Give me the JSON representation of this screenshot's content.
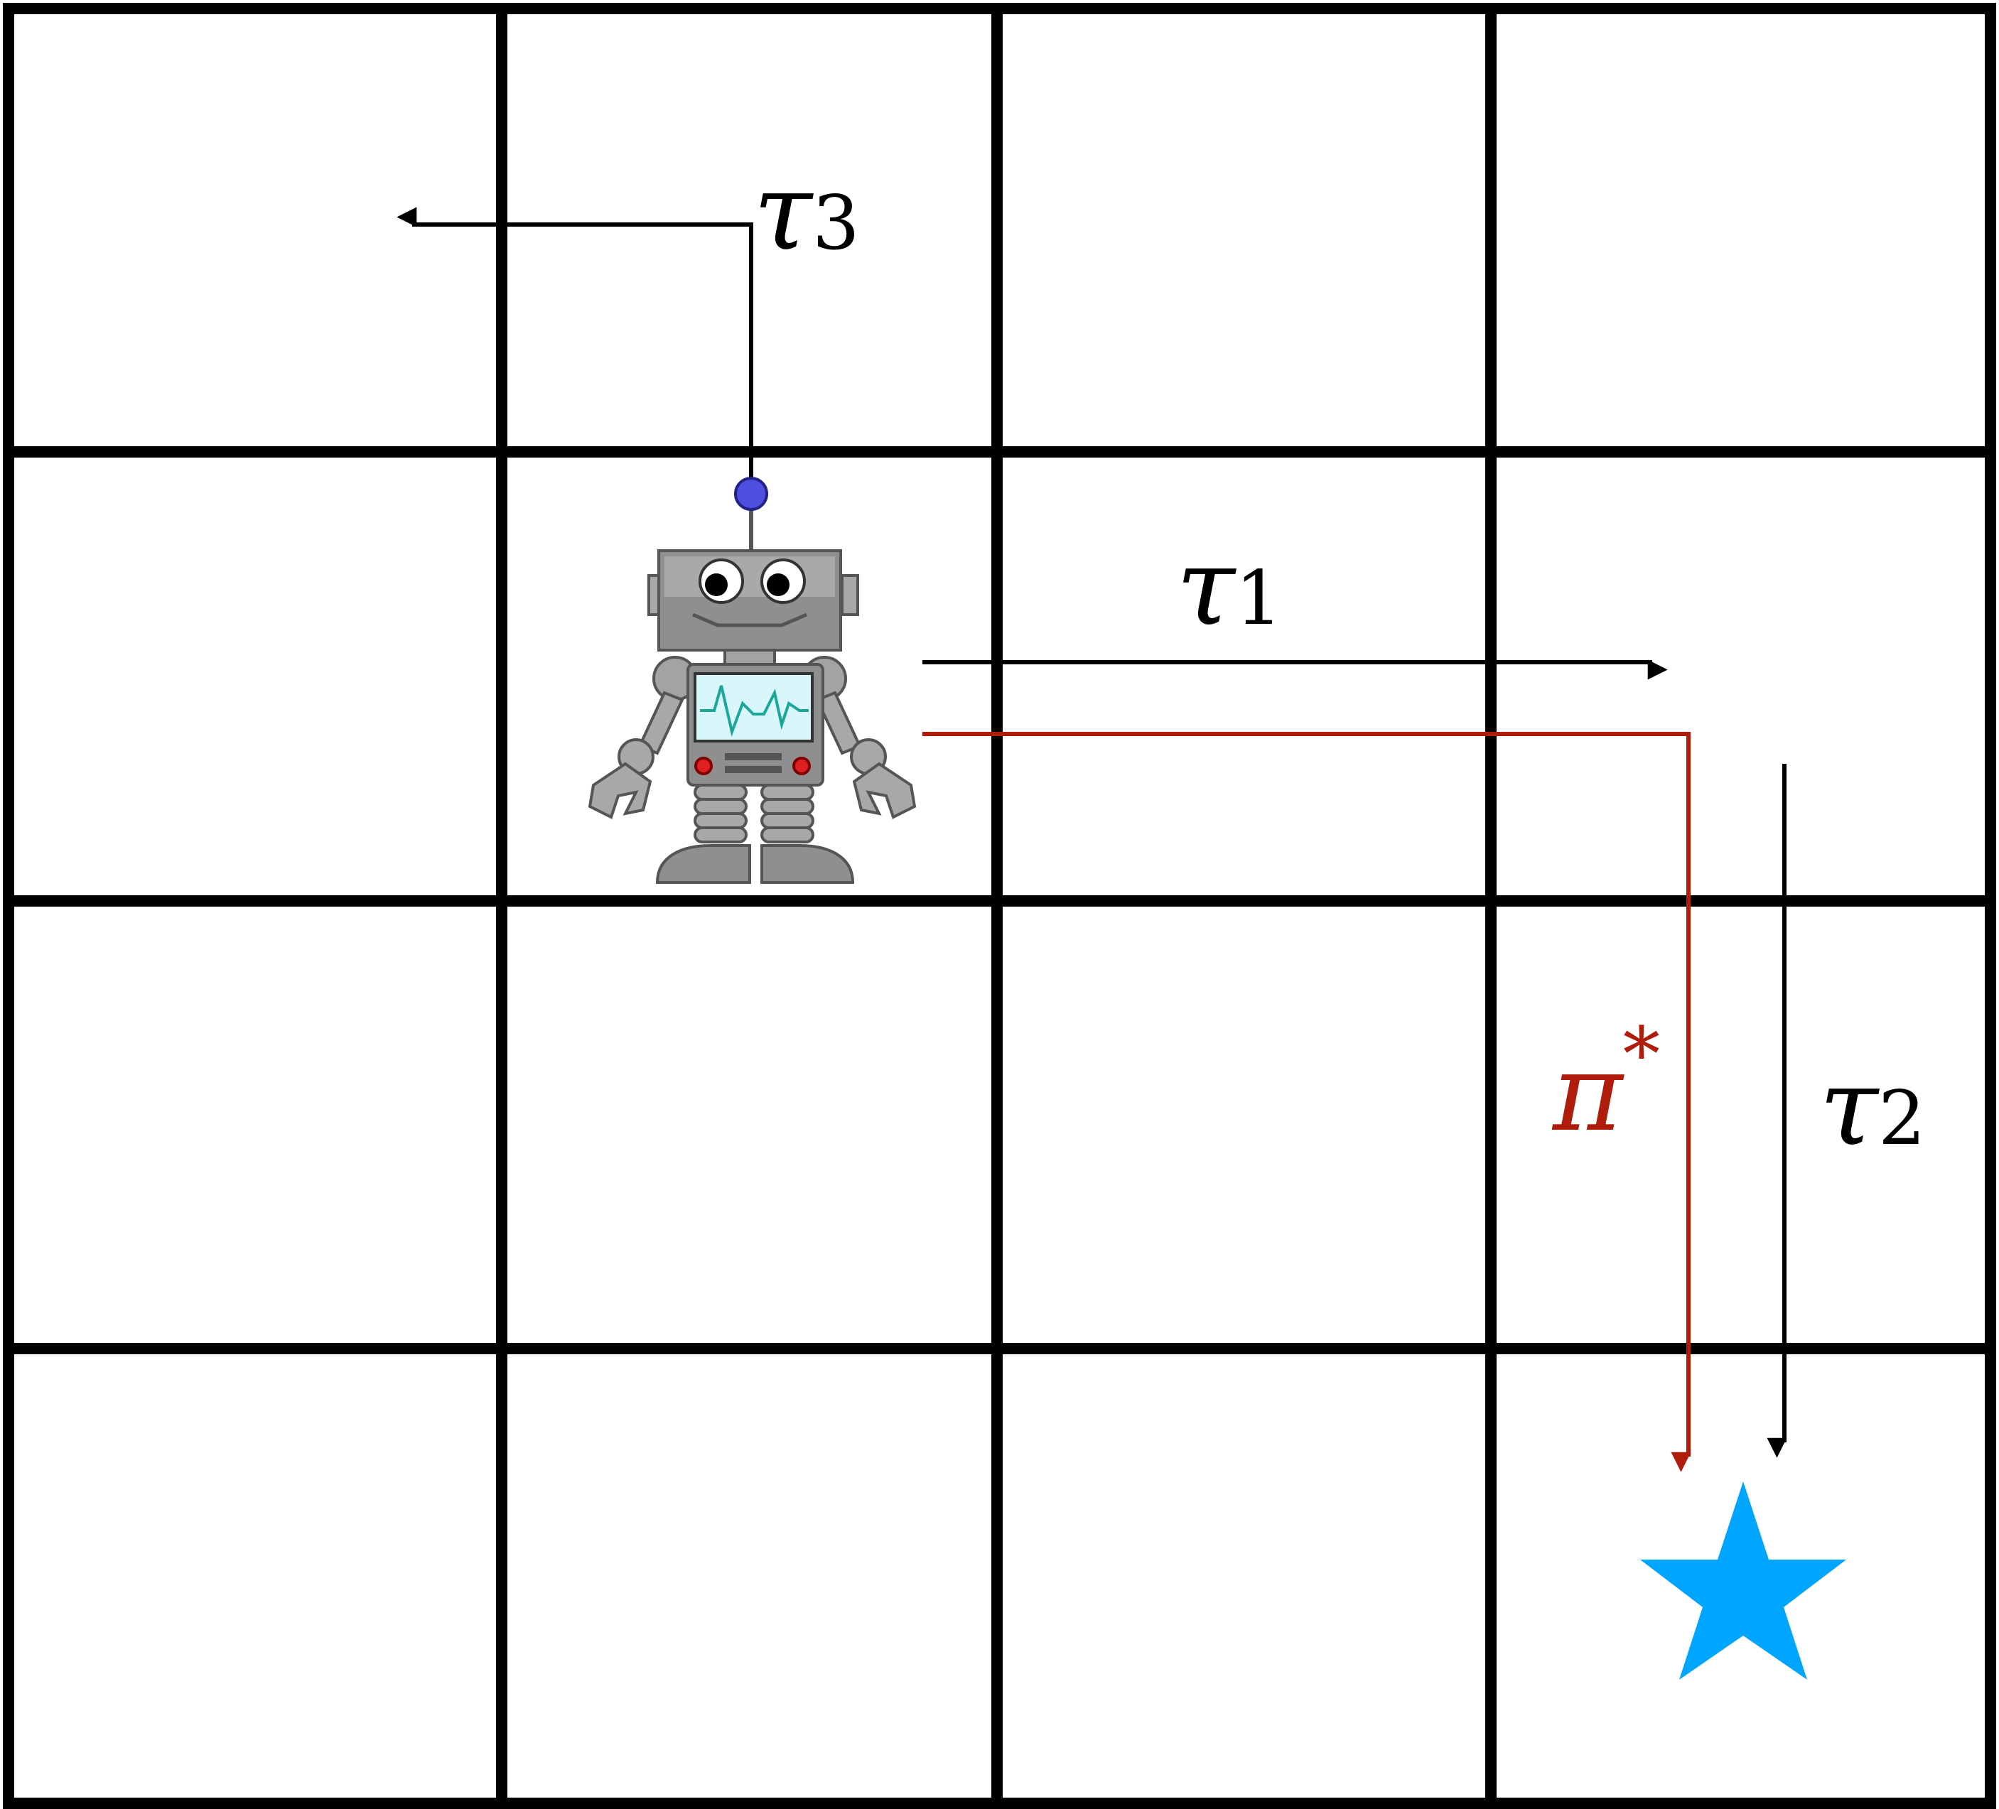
{
  "grid": {
    "rows": 4,
    "cols": 4
  },
  "agent": {
    "icon": "robot-icon",
    "cell": {
      "row": 1,
      "col": 1
    }
  },
  "goal": {
    "icon": "star-icon",
    "color": "#00a5ff",
    "cell": {
      "row": 3,
      "col": 3
    }
  },
  "trajectories": {
    "tau1": {
      "symbol": "τ",
      "subscript": "1",
      "color": "#000000"
    },
    "tau2": {
      "symbol": "τ",
      "subscript": "2",
      "color": "#000000"
    },
    "tau3": {
      "symbol": "τ",
      "subscript": "3",
      "color": "#000000"
    },
    "optimal": {
      "symbol": "π",
      "superscript": "*",
      "color": "#b01c0c"
    }
  }
}
